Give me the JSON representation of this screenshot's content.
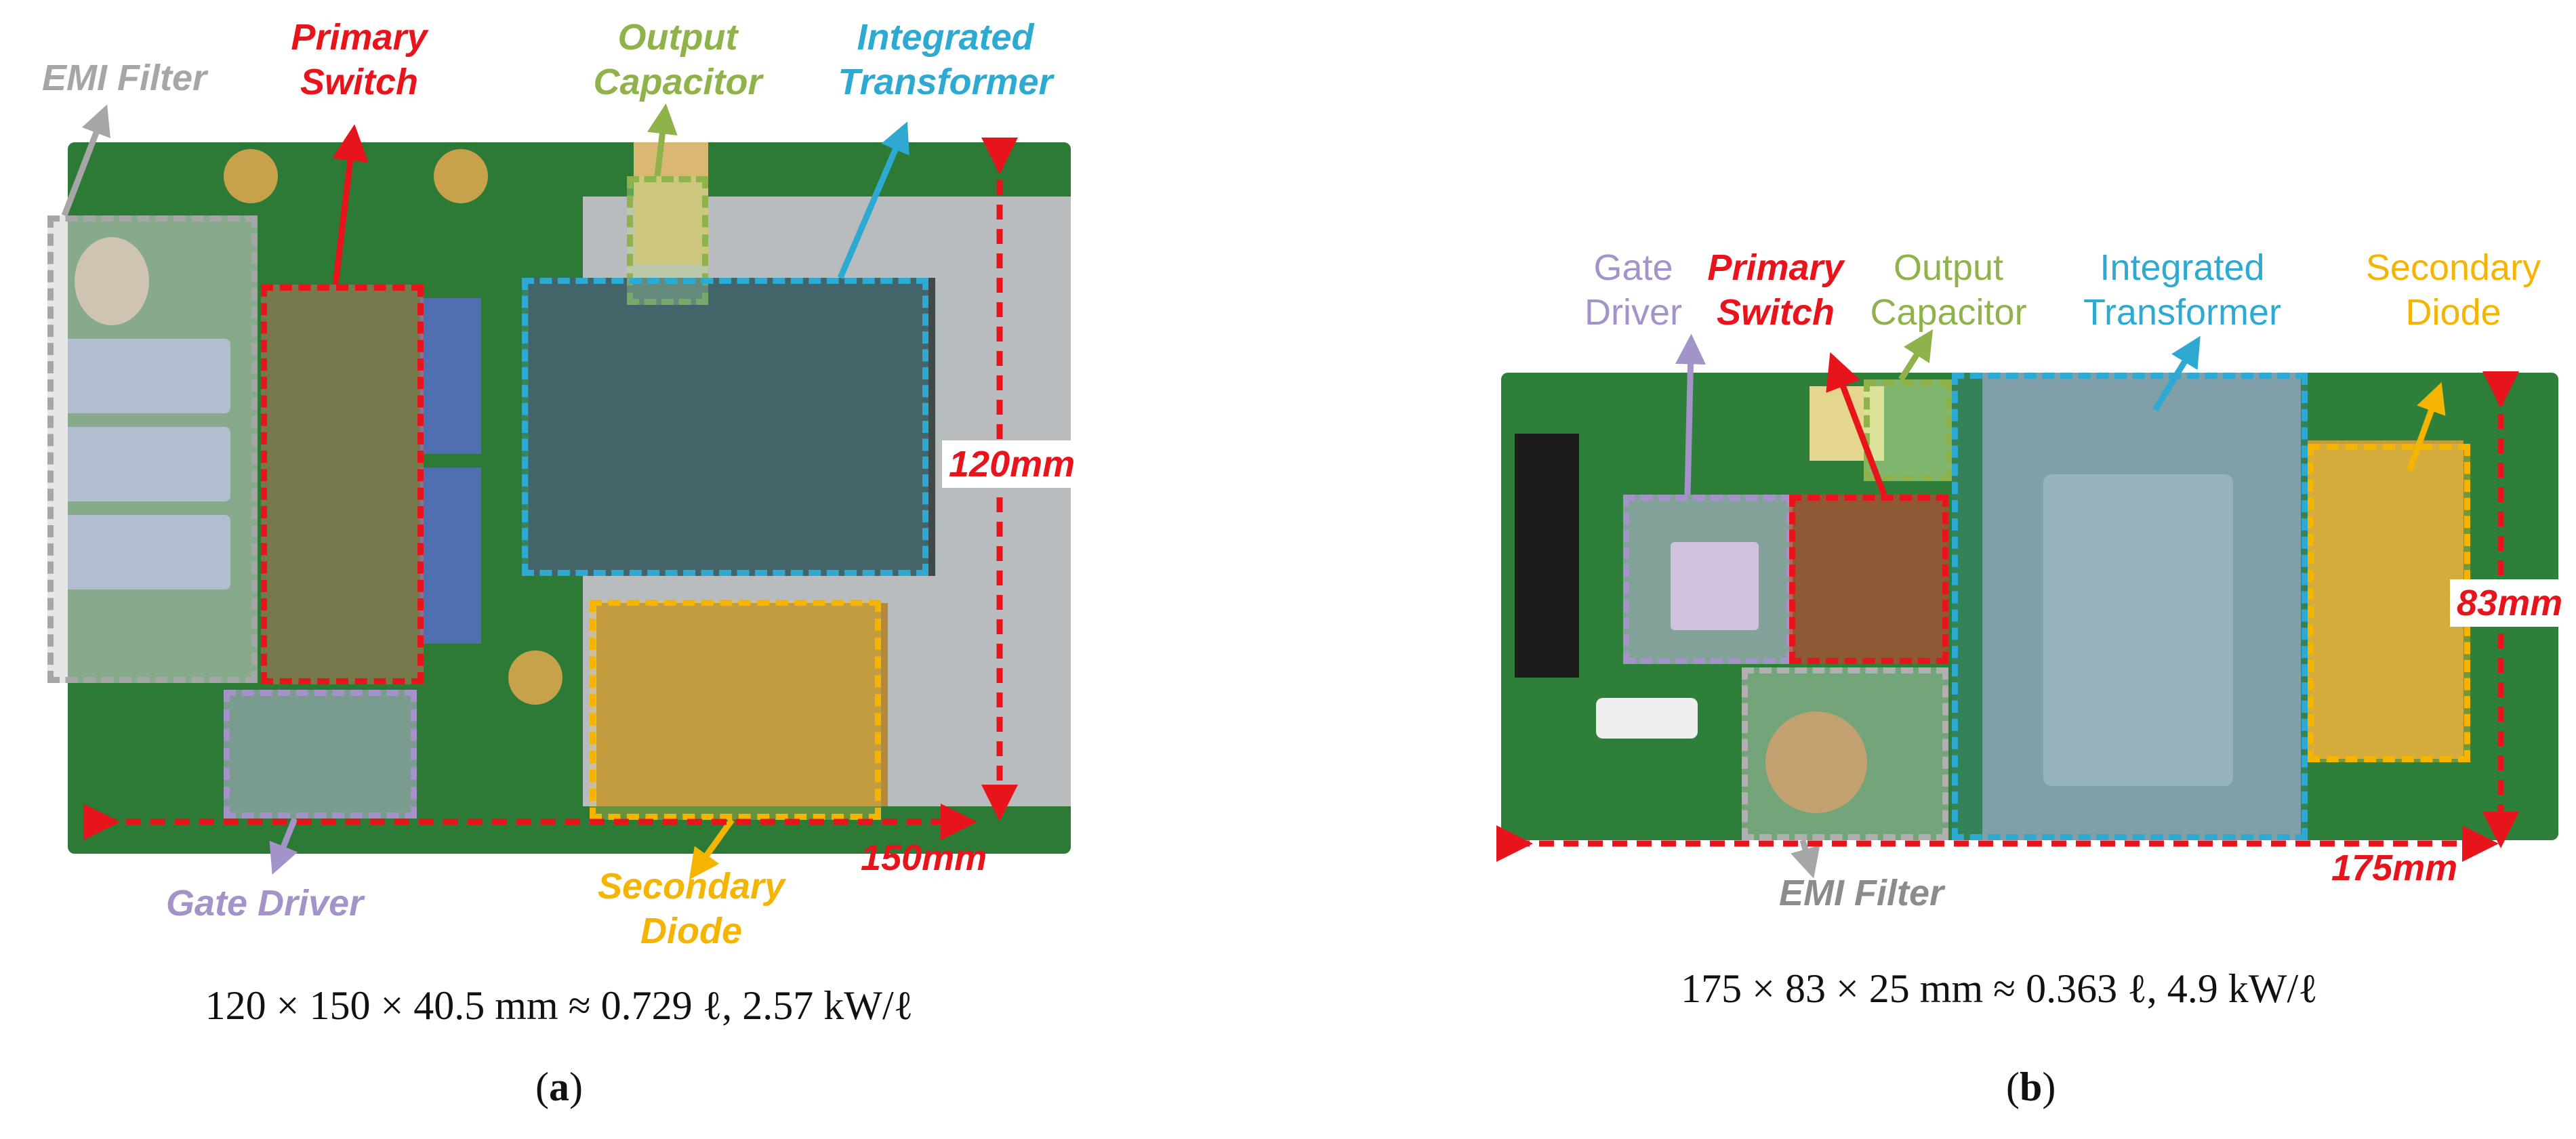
{
  "panel_a": {
    "labels": {
      "emi_filter": "EMI Filter",
      "primary_switch": [
        "Primary",
        "Switch"
      ],
      "output_capacitor": [
        "Output",
        "Capacitor"
      ],
      "integrated_transformer": [
        "Integrated",
        "Transformer"
      ],
      "gate_driver": "Gate Driver",
      "secondary_diode": [
        "Secondary",
        "Diode"
      ]
    },
    "dimensions": {
      "height": "120mm",
      "width": "150mm"
    },
    "caption": "120 × 150 × 40.5 mm ≈ 0.729 ℓ, 2.57 kW/ℓ",
    "sub_label": "a"
  },
  "panel_b": {
    "labels": {
      "gate_driver": [
        "Gate",
        "Driver"
      ],
      "primary_switch": [
        "Primary",
        "Switch"
      ],
      "output_capacitor": [
        "Output",
        "Capacitor"
      ],
      "integrated_transformer": [
        "Integrated",
        "Transformer"
      ],
      "secondary_diode": [
        "Secondary",
        "Diode"
      ],
      "emi_filter": "EMI Filter"
    },
    "dimensions": {
      "height": "83mm",
      "width": "175mm"
    },
    "caption": "175 × 83 × 25 mm ≈ 0.363 ℓ, 4.9 kW/ℓ",
    "sub_label": "b"
  },
  "colors": {
    "emi_filter": "#a6a6a6",
    "primary_switch": "#e8141c",
    "output_capacitor": "#8fb34a",
    "integrated_transformer": "#2eaad2",
    "gate_driver": "#a393c8",
    "secondary_diode": "#f4b400",
    "dimension": "#e8141c"
  }
}
